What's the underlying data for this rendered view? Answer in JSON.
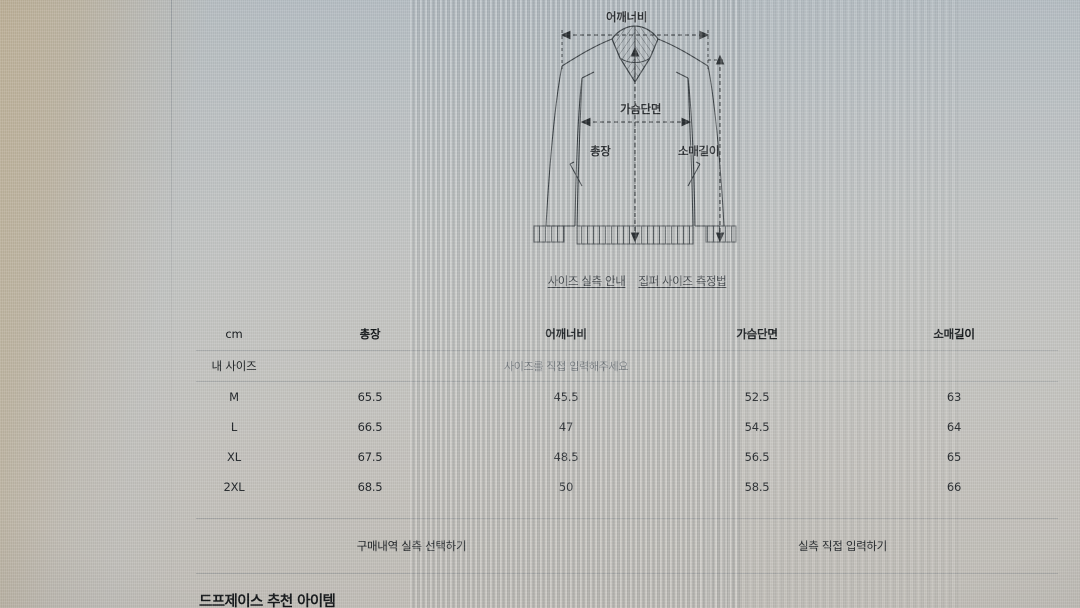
{
  "diagram": {
    "name": "zip-up jacket technical drawing",
    "labels": {
      "shoulder": "어깨너비",
      "chest": "가슴단면",
      "length": "총장",
      "sleeve": "소매길이"
    }
  },
  "links": [
    {
      "label": "사이즈 실측 안내"
    },
    {
      "label": "집퍼 사이즈 측정법"
    }
  ],
  "table": {
    "columns": [
      "cm",
      "총장",
      "어깨너비",
      "가슴단면",
      "소매길이"
    ],
    "my_size": {
      "label": "내 사이즈",
      "placeholder": "사이즈를 직접 입력해주세요"
    },
    "rows": [
      {
        "size": "M",
        "length": "65.5",
        "shoulder": "45.5",
        "chest": "52.5",
        "sleeve": "63"
      },
      {
        "size": "L",
        "length": "66.5",
        "shoulder": "47",
        "chest": "54.5",
        "sleeve": "64"
      },
      {
        "size": "XL",
        "length": "67.5",
        "shoulder": "48.5",
        "chest": "56.5",
        "sleeve": "65"
      },
      {
        "size": "2XL",
        "length": "68.5",
        "shoulder": "50",
        "chest": "58.5",
        "sleeve": "66"
      }
    ]
  },
  "actions": {
    "select_from_orders": "구매내역 실측 선택하기",
    "manual_input": "실측 직접 입력하기"
  },
  "footer": {
    "title": "드프제이스 추천 아이템"
  },
  "colors": {
    "text": "#1d2124",
    "muted": "#6c7276",
    "divider": "#8a9094",
    "background": "#c2c4c3",
    "warm_edge": "#bcb096"
  }
}
